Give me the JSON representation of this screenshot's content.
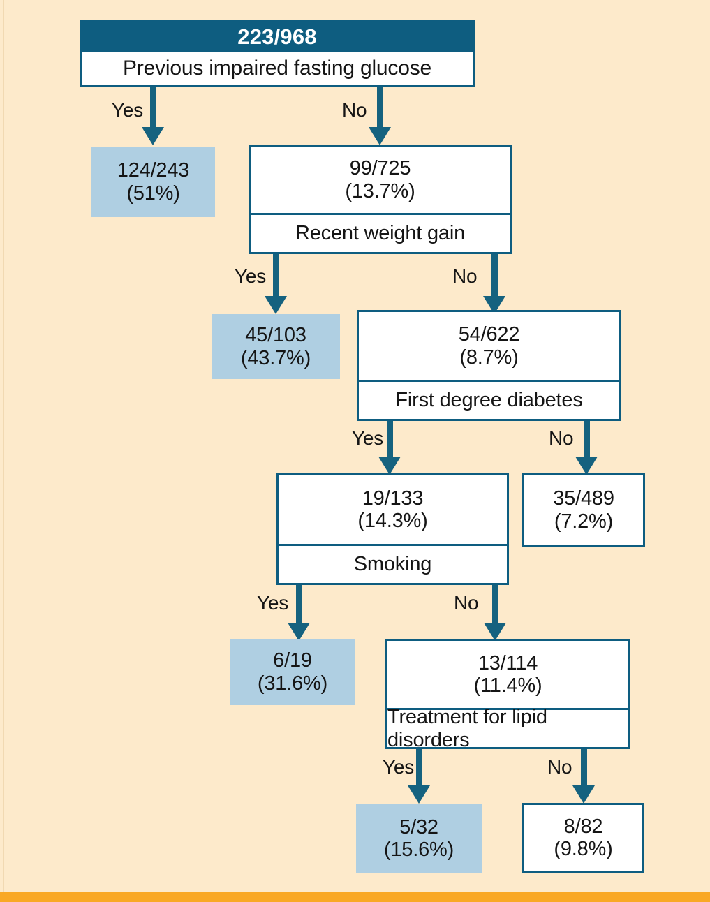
{
  "figure": {
    "type": "decision-tree",
    "background_color": "#fdeacb",
    "accent_color": "#0e5d80",
    "leaf_fill_color": "#afcfe2",
    "footer_bar_color": "#f9a825"
  },
  "root": {
    "count": "223/968",
    "question": "Previous impaired fasting glucose"
  },
  "branch_labels": {
    "yes": "Yes",
    "no": "No"
  },
  "nodes": {
    "n1_yes_leaf": {
      "count": "124/243",
      "percent": "(51%)"
    },
    "n1_no": {
      "count": "99/725",
      "percent": "(13.7%)",
      "question": "Recent weight gain"
    },
    "n2_yes_leaf": {
      "count": "45/103",
      "percent": "(43.7%)"
    },
    "n2_no": {
      "count": "54/622",
      "percent": "(8.7%)",
      "question": "First degree diabetes"
    },
    "n3_yes": {
      "count": "19/133",
      "percent": "(14.3%)",
      "question": "Smoking"
    },
    "n3_no_leaf": {
      "count": "35/489",
      "percent": "(7.2%)"
    },
    "n4_yes_leaf": {
      "count": "6/19",
      "percent": "(31.6%)"
    },
    "n4_no": {
      "count": "13/114",
      "percent": "(11.4%)",
      "question": "Treatment for lipid disorders"
    },
    "n5_yes_leaf": {
      "count": "5/32",
      "percent": "(15.6%)"
    },
    "n5_no_leaf": {
      "count": "8/82",
      "percent": "(9.8%)"
    }
  },
  "chart_data": {
    "type": "tree",
    "title": "",
    "root": {
      "label": "223/968",
      "question": "Previous impaired fasting glucose",
      "n_events": 223,
      "n_total": 968,
      "children": [
        {
          "branch": "Yes",
          "label": "124/243",
          "percent": 51.0,
          "n_events": 124,
          "n_total": 243,
          "terminal": true,
          "highlighted": true
        },
        {
          "branch": "No",
          "label": "99/725",
          "percent": 13.7,
          "n_events": 99,
          "n_total": 725,
          "question": "Recent weight gain",
          "terminal": false,
          "children": [
            {
              "branch": "Yes",
              "label": "45/103",
              "percent": 43.7,
              "n_events": 45,
              "n_total": 103,
              "terminal": true,
              "highlighted": true
            },
            {
              "branch": "No",
              "label": "54/622",
              "percent": 8.7,
              "n_events": 54,
              "n_total": 622,
              "question": "First degree diabetes",
              "terminal": false,
              "children": [
                {
                  "branch": "Yes",
                  "label": "19/133",
                  "percent": 14.3,
                  "n_events": 19,
                  "n_total": 133,
                  "question": "Smoking",
                  "terminal": false,
                  "children": [
                    {
                      "branch": "Yes",
                      "label": "6/19",
                      "percent": 31.6,
                      "n_events": 6,
                      "n_total": 19,
                      "terminal": true,
                      "highlighted": true
                    },
                    {
                      "branch": "No",
                      "label": "13/114",
                      "percent": 11.4,
                      "n_events": 13,
                      "n_total": 114,
                      "question": "Treatment for lipid disorders",
                      "terminal": false,
                      "children": [
                        {
                          "branch": "Yes",
                          "label": "5/32",
                          "percent": 15.6,
                          "n_events": 5,
                          "n_total": 32,
                          "terminal": true,
                          "highlighted": true
                        },
                        {
                          "branch": "No",
                          "label": "8/82",
                          "percent": 9.8,
                          "n_events": 8,
                          "n_total": 82,
                          "terminal": true,
                          "highlighted": false
                        }
                      ]
                    }
                  ]
                },
                {
                  "branch": "No",
                  "label": "35/489",
                  "percent": 7.2,
                  "n_events": 35,
                  "n_total": 489,
                  "terminal": true,
                  "highlighted": false
                }
              ]
            }
          ]
        }
      ]
    }
  }
}
